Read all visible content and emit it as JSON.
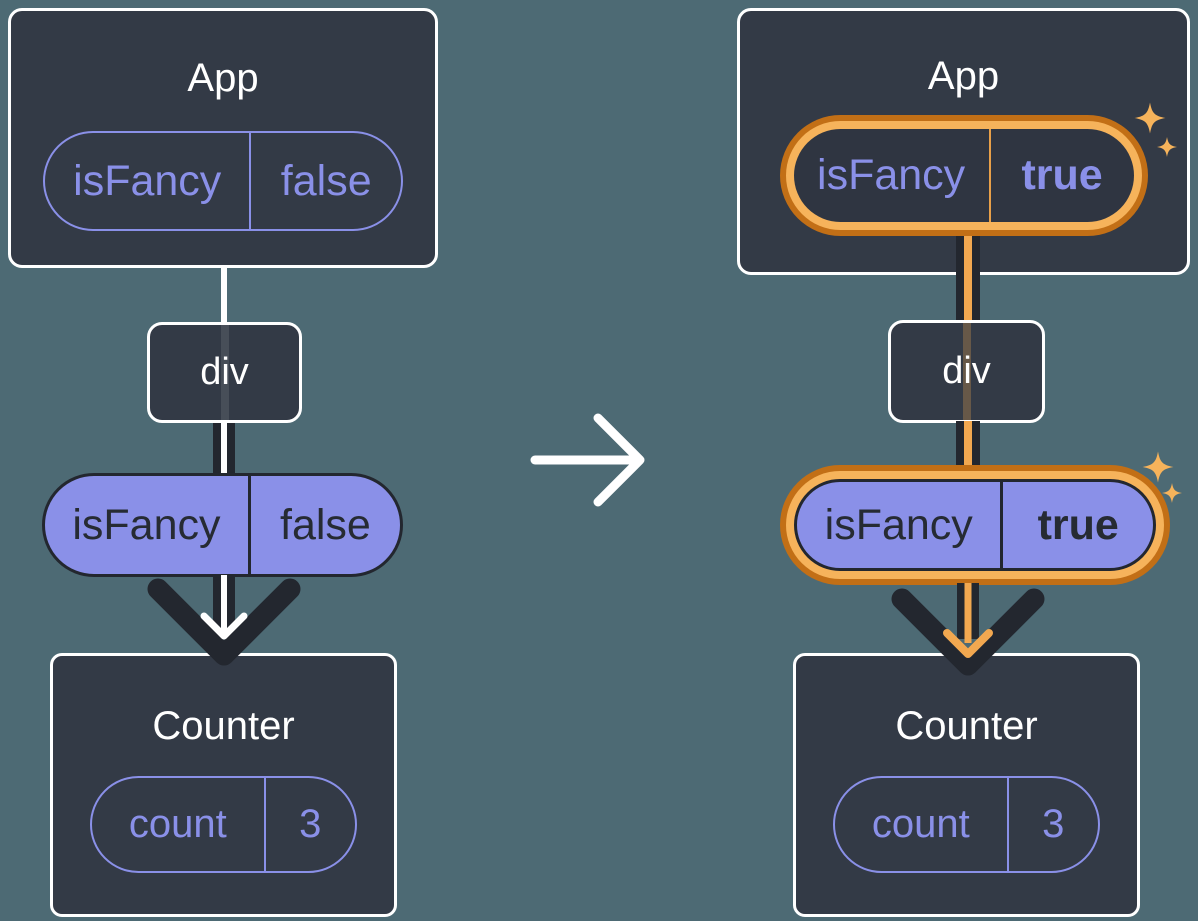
{
  "palette": {
    "background": "#4d6a74",
    "card": "#333a46",
    "card_border": "#ffffff",
    "purple": "#8a90e8",
    "dark_line": "#23272f",
    "orange_arrow": "#f2a850",
    "orange_ring_outer": "#c26f16",
    "orange_ring_inner": "#f6b35b",
    "sparkle": "#f6b35b"
  },
  "before": {
    "app": {
      "title": "App",
      "state_name": "isFancy",
      "state_value": "false"
    },
    "div_label": "div",
    "prop_name": "isFancy",
    "prop_value": "false",
    "counter": {
      "title": "Counter",
      "state_name": "count",
      "state_value": "3"
    }
  },
  "after": {
    "app": {
      "title": "App",
      "state_name": "isFancy",
      "state_value": "true"
    },
    "div_label": "div",
    "prop_name": "isFancy",
    "prop_value": "true",
    "counter": {
      "title": "Counter",
      "state_name": "count",
      "state_value": "3"
    }
  },
  "icons": {
    "transition": "arrow-right-icon",
    "flow": "arrow-down-icon",
    "highlight": "sparkles-icon"
  }
}
